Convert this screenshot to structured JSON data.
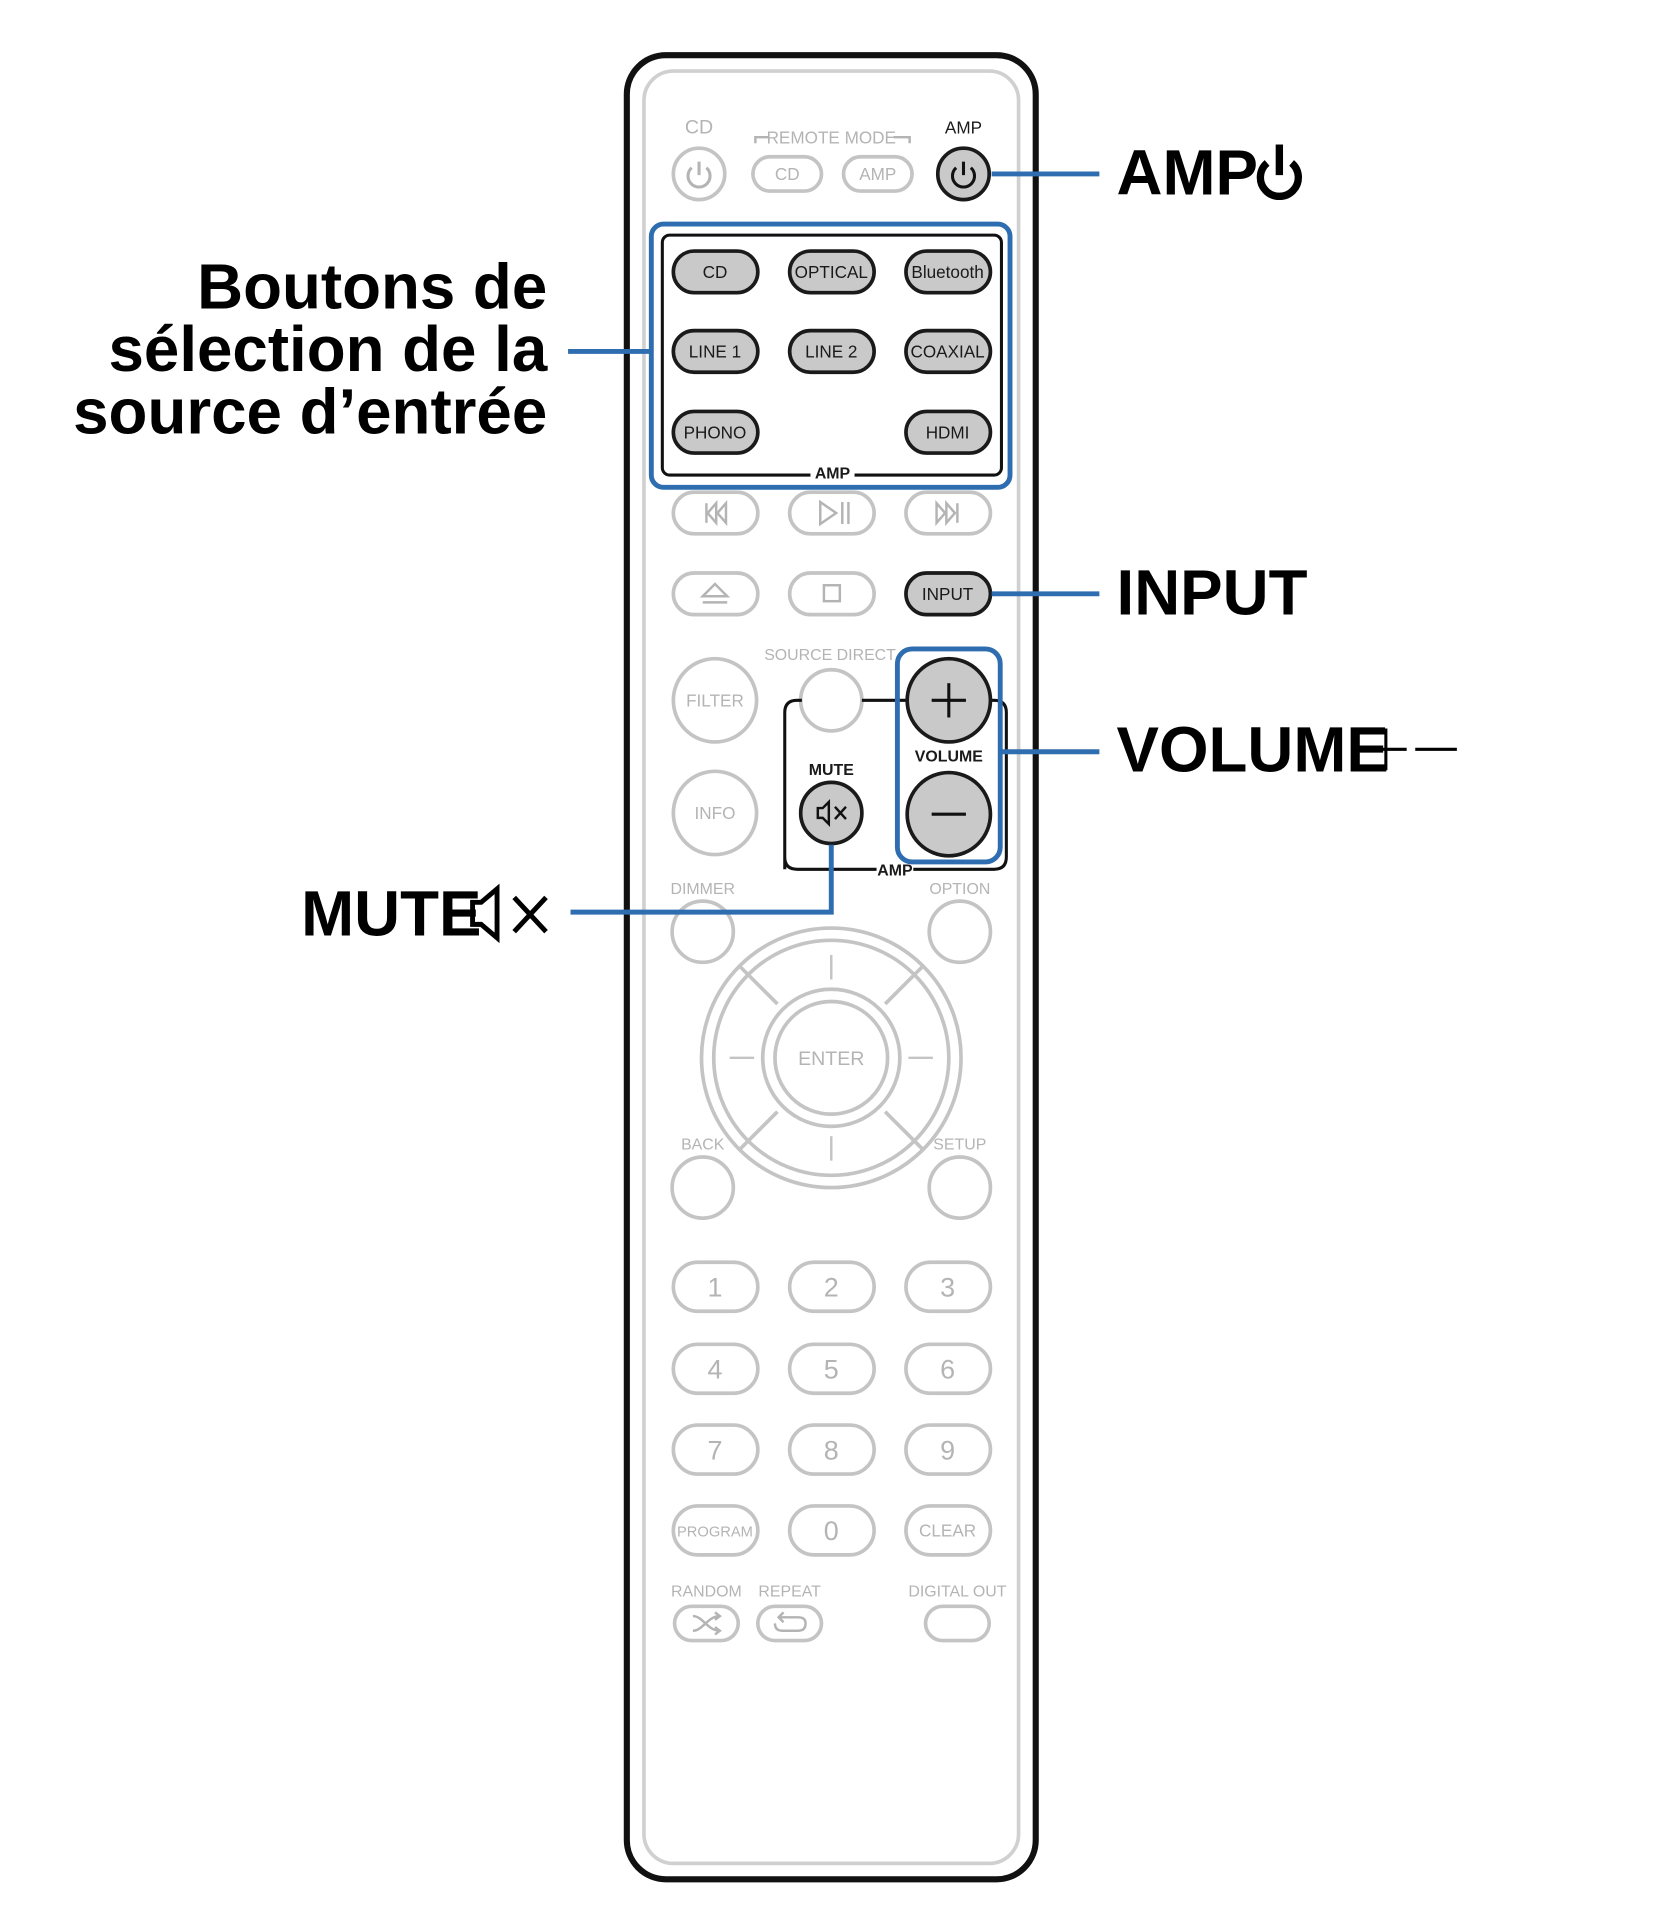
{
  "labels": {
    "amp_power": "AMP",
    "input_source_line1": "Boutons de",
    "input_source_line2": "sélection de la",
    "input_source_line3": "source d’entrée",
    "input": "INPUT",
    "volume": "VOLUME",
    "mute": "MUTE"
  },
  "remote": {
    "top": {
      "cd": "CD",
      "remote_mode": "REMOTE MODE",
      "amp": "AMP",
      "mode_cd": "CD",
      "mode_amp": "AMP"
    },
    "sources": [
      "CD",
      "OPTICAL",
      "Bluetooth",
      "LINE 1",
      "LINE 2",
      "COAXIAL",
      "PHONO",
      "HDMI"
    ],
    "amp_group_label": "AMP",
    "input_button": "INPUT",
    "filter": "FILTER",
    "source_direct": "SOURCE DIRECT",
    "info": "INFO",
    "mute": "MUTE",
    "volume": "VOLUME",
    "amp_label2": "AMP",
    "dimmer": "DIMMER",
    "option": "OPTION",
    "enter": "ENTER",
    "back": "BACK",
    "setup": "SETUP",
    "digits": [
      "1",
      "2",
      "3",
      "4",
      "5",
      "6",
      "7",
      "8",
      "9"
    ],
    "program": "PROGRAM",
    "zero": "0",
    "clear": "CLEAR",
    "random": "RANDOM",
    "repeat": "REPEAT",
    "digital_out": "DIGITAL OUT"
  },
  "colors": {
    "highlight": "#2e6db0",
    "active_button": "#c9c9c9",
    "inactive_text": "#b4b4b4"
  }
}
